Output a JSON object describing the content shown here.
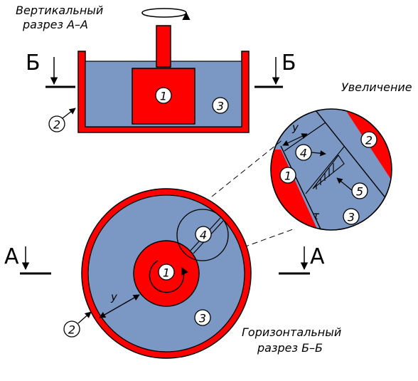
{
  "titles": {
    "vertical": [
      "Вертикальный",
      "разрез А–А"
    ],
    "zoom": "Увеличение",
    "horizontal": [
      "Горизонтальный",
      "разрез Б–Б"
    ]
  },
  "section_marks": {
    "b_left": "Б",
    "b_right": "Б",
    "a_left": "А",
    "a_right": "А"
  },
  "numbers": {
    "rotor_top": "1",
    "fluid_top": "3",
    "wall_top": "2",
    "zoom_rotor": "1",
    "zoom_wall": "2",
    "zoom_gap": "4",
    "zoom_profile": "5",
    "zoom_fluid": "3",
    "rotor_bottom": "1",
    "gap_bottom": "4",
    "fluid_bottom": "3",
    "wall_bottom": "2"
  },
  "symbols": {
    "y_zoom": "y",
    "tau": "τ",
    "y_bottom": "y"
  },
  "colors": {
    "red": "#ff0000",
    "blue": "#7b98c4",
    "dark_red": "#b00000"
  }
}
